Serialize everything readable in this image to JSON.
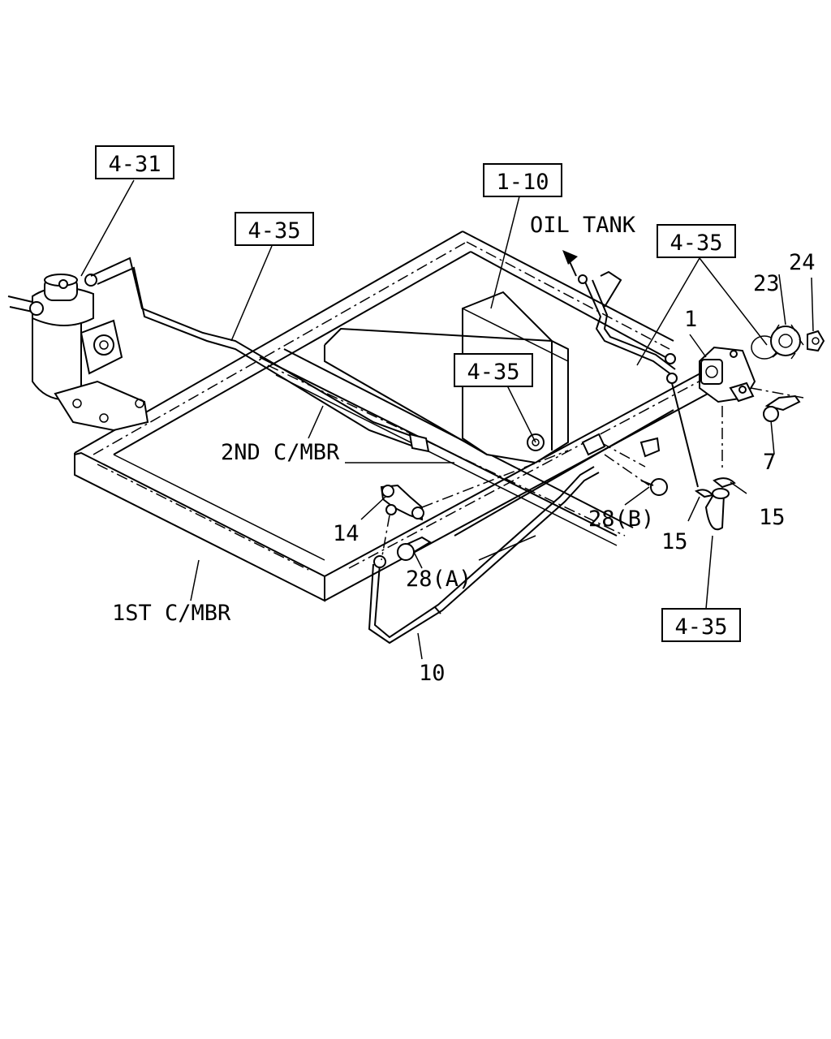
{
  "refs": {
    "r431": "4-31",
    "r110": "1-10",
    "r435_a": "4-35",
    "r435_b": "4-35",
    "r435_c": "4-35",
    "r435_d": "4-35"
  },
  "labels": {
    "oil_tank": "OIL TANK",
    "second_cmbr": "2ND C/MBR",
    "first_cmbr": "1ST C/MBR"
  },
  "parts": {
    "p1": "1",
    "p23": "23",
    "p24": "24",
    "p7": "7",
    "p15_right": "15",
    "p15_left": "15",
    "p28b": "28(B)",
    "p14": "14",
    "p28a": "28(A)",
    "p10": "10"
  }
}
